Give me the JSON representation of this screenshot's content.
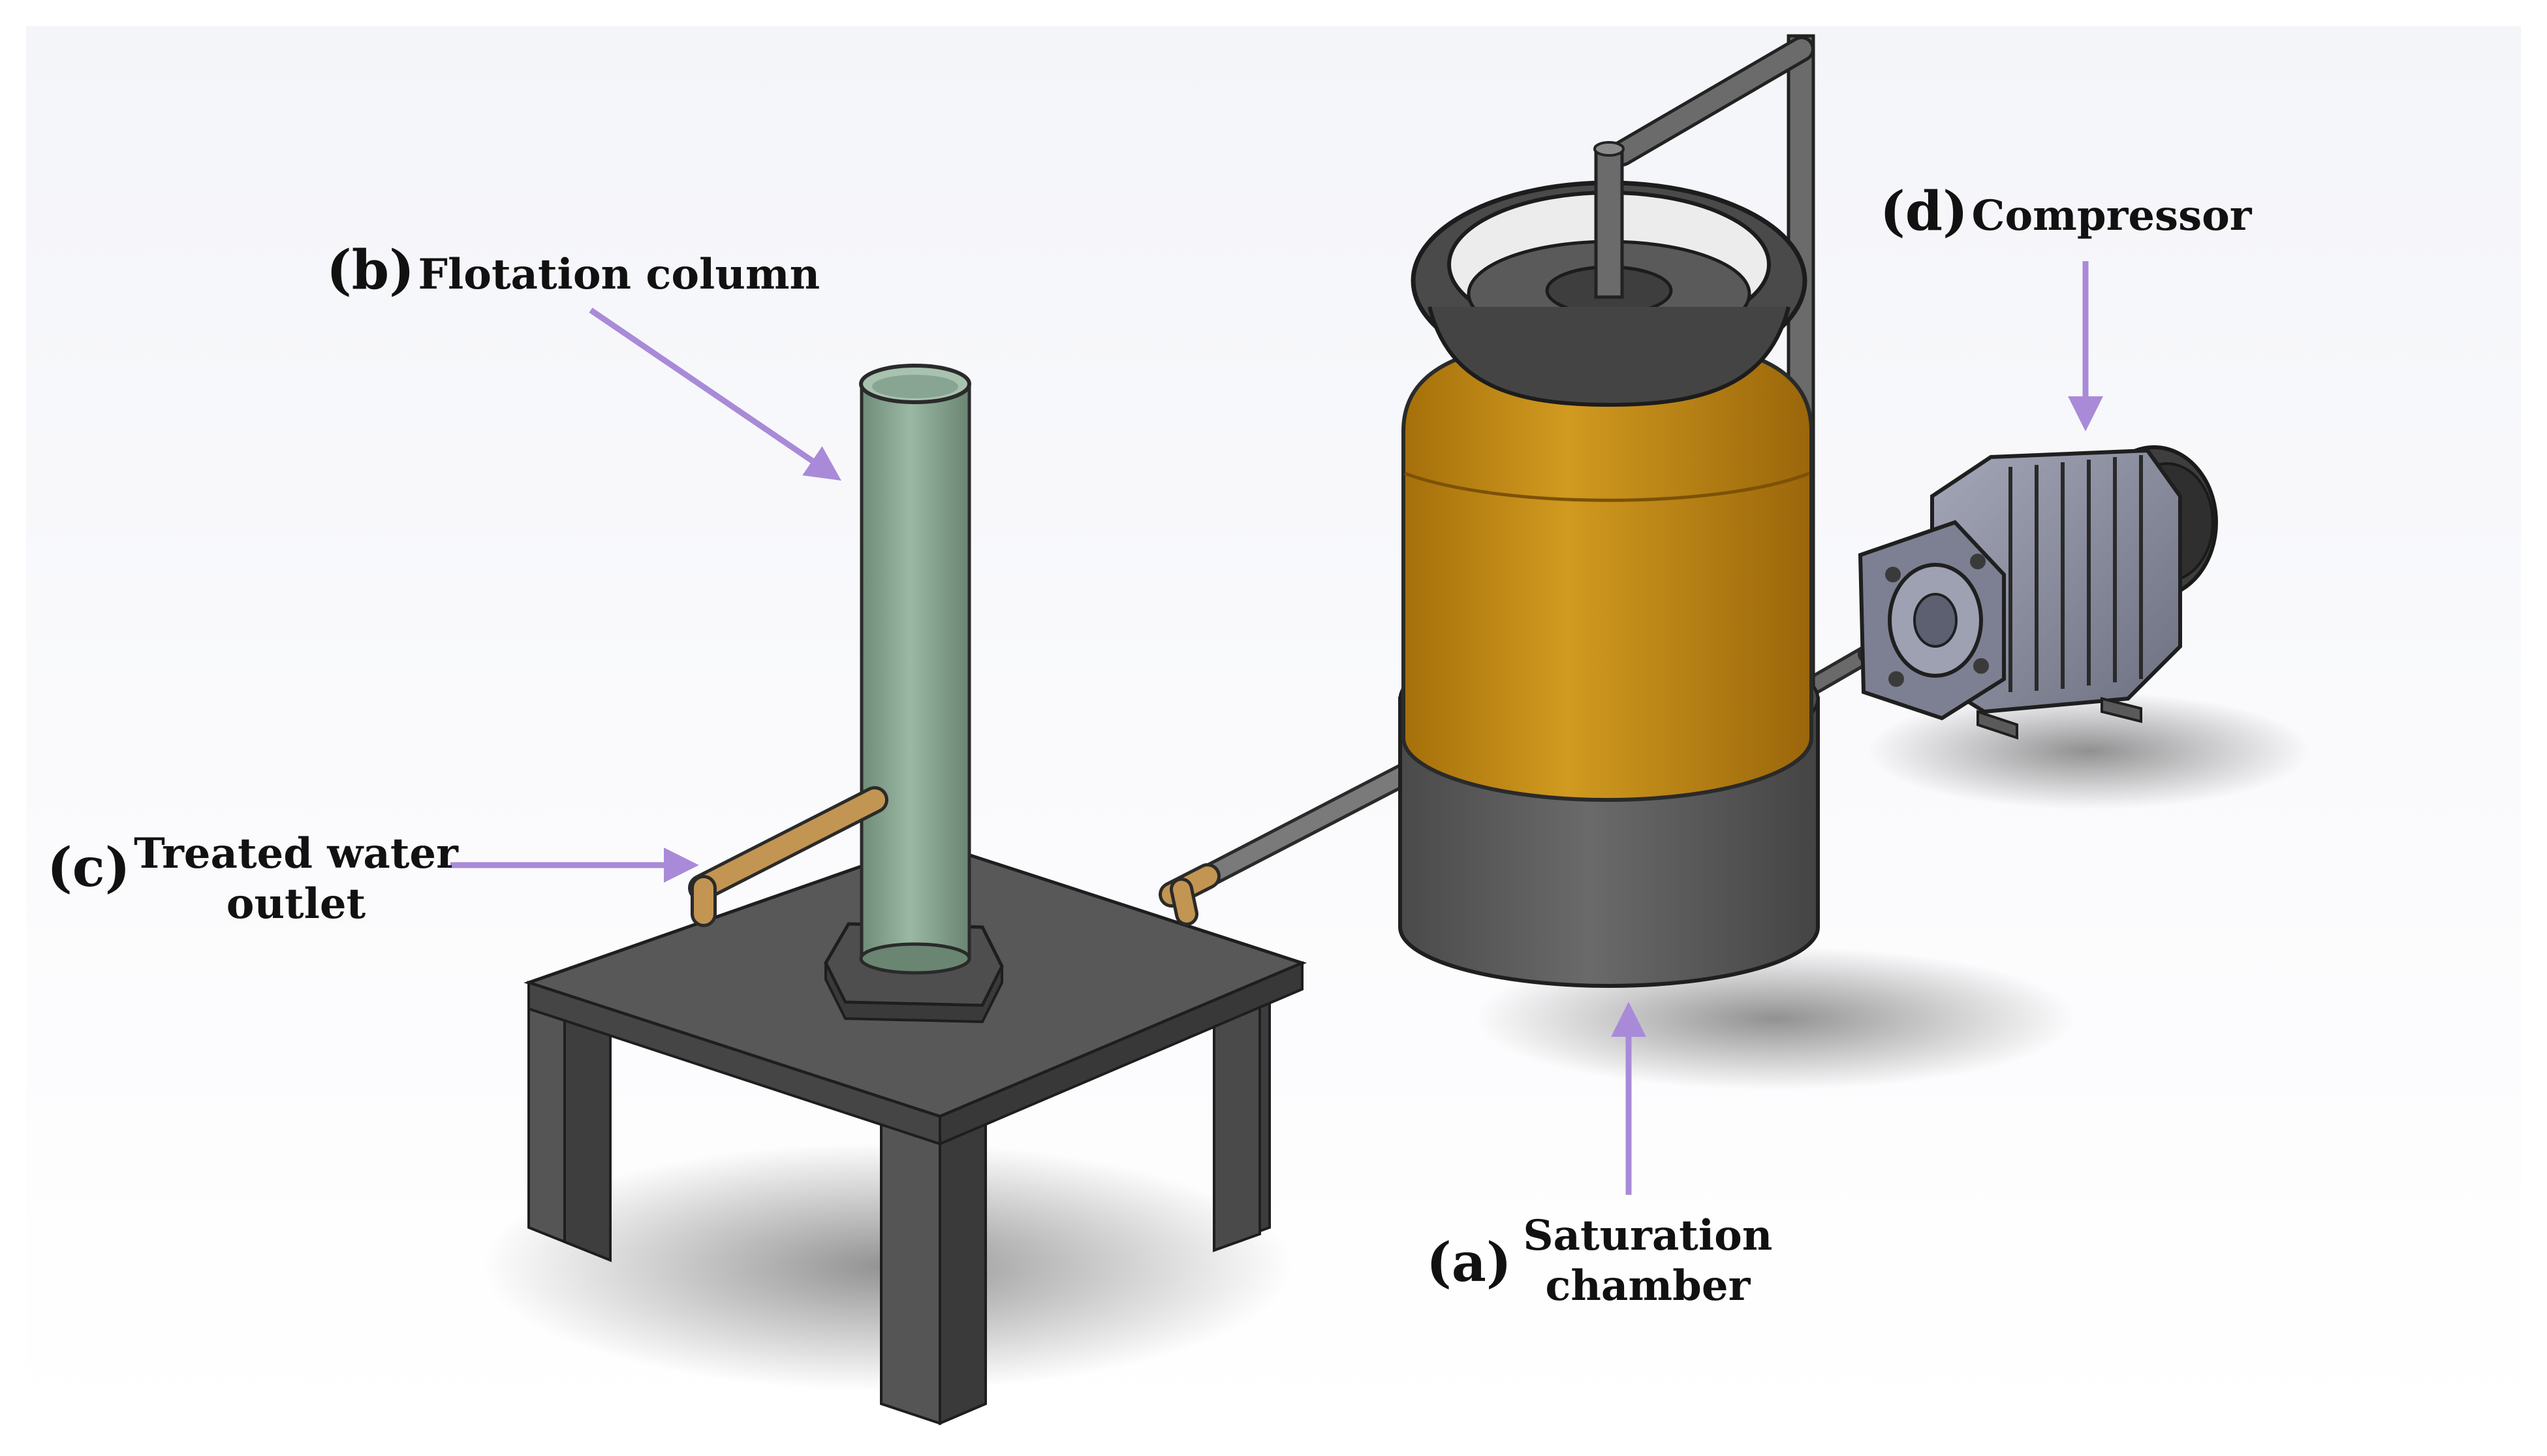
{
  "colors": {
    "arrow": "#a98ad8",
    "table": "#4a4a4a",
    "column": "#7f9c88",
    "chamber_body": "#c48a14",
    "chamber_base": "#5a5a5a",
    "pipe_outlet": "#c39552",
    "compressor": "#8a8d9c"
  },
  "labels": {
    "a": {
      "tag": "(a)",
      "text_line1": "Saturation",
      "text_line2": "chamber"
    },
    "b": {
      "tag": "(b)",
      "text": "Flotation column"
    },
    "c": {
      "tag": "(c)",
      "text_line1": "Treated water",
      "text_line2": "outlet"
    },
    "d": {
      "tag": "(d)",
      "text": "Compressor"
    }
  }
}
